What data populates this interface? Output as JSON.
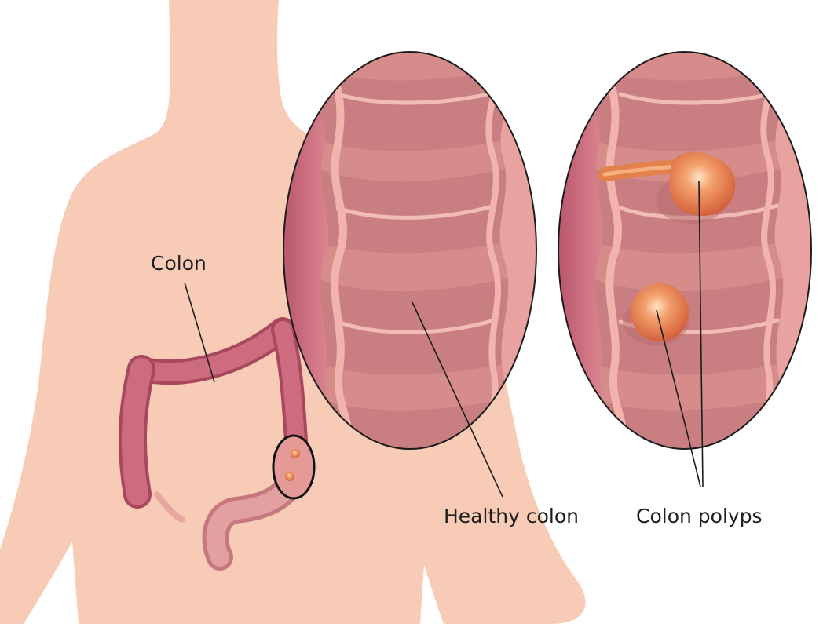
{
  "labels": {
    "colon": "Colon",
    "healthy_colon": "Healthy colon",
    "colon_polyps": "Colon polyps"
  },
  "colors": {
    "skin": "#f7cbb6",
    "colon_tissue": "#c56a78",
    "colon_dark": "#a0465a",
    "lumen": "#d58c8a",
    "fold_light": "#eaa9a1",
    "polyp": "#e57a45",
    "polyp_glow": "#ffd3b0",
    "outline": "#1c1c1c",
    "text": "#1e1e1e"
  }
}
